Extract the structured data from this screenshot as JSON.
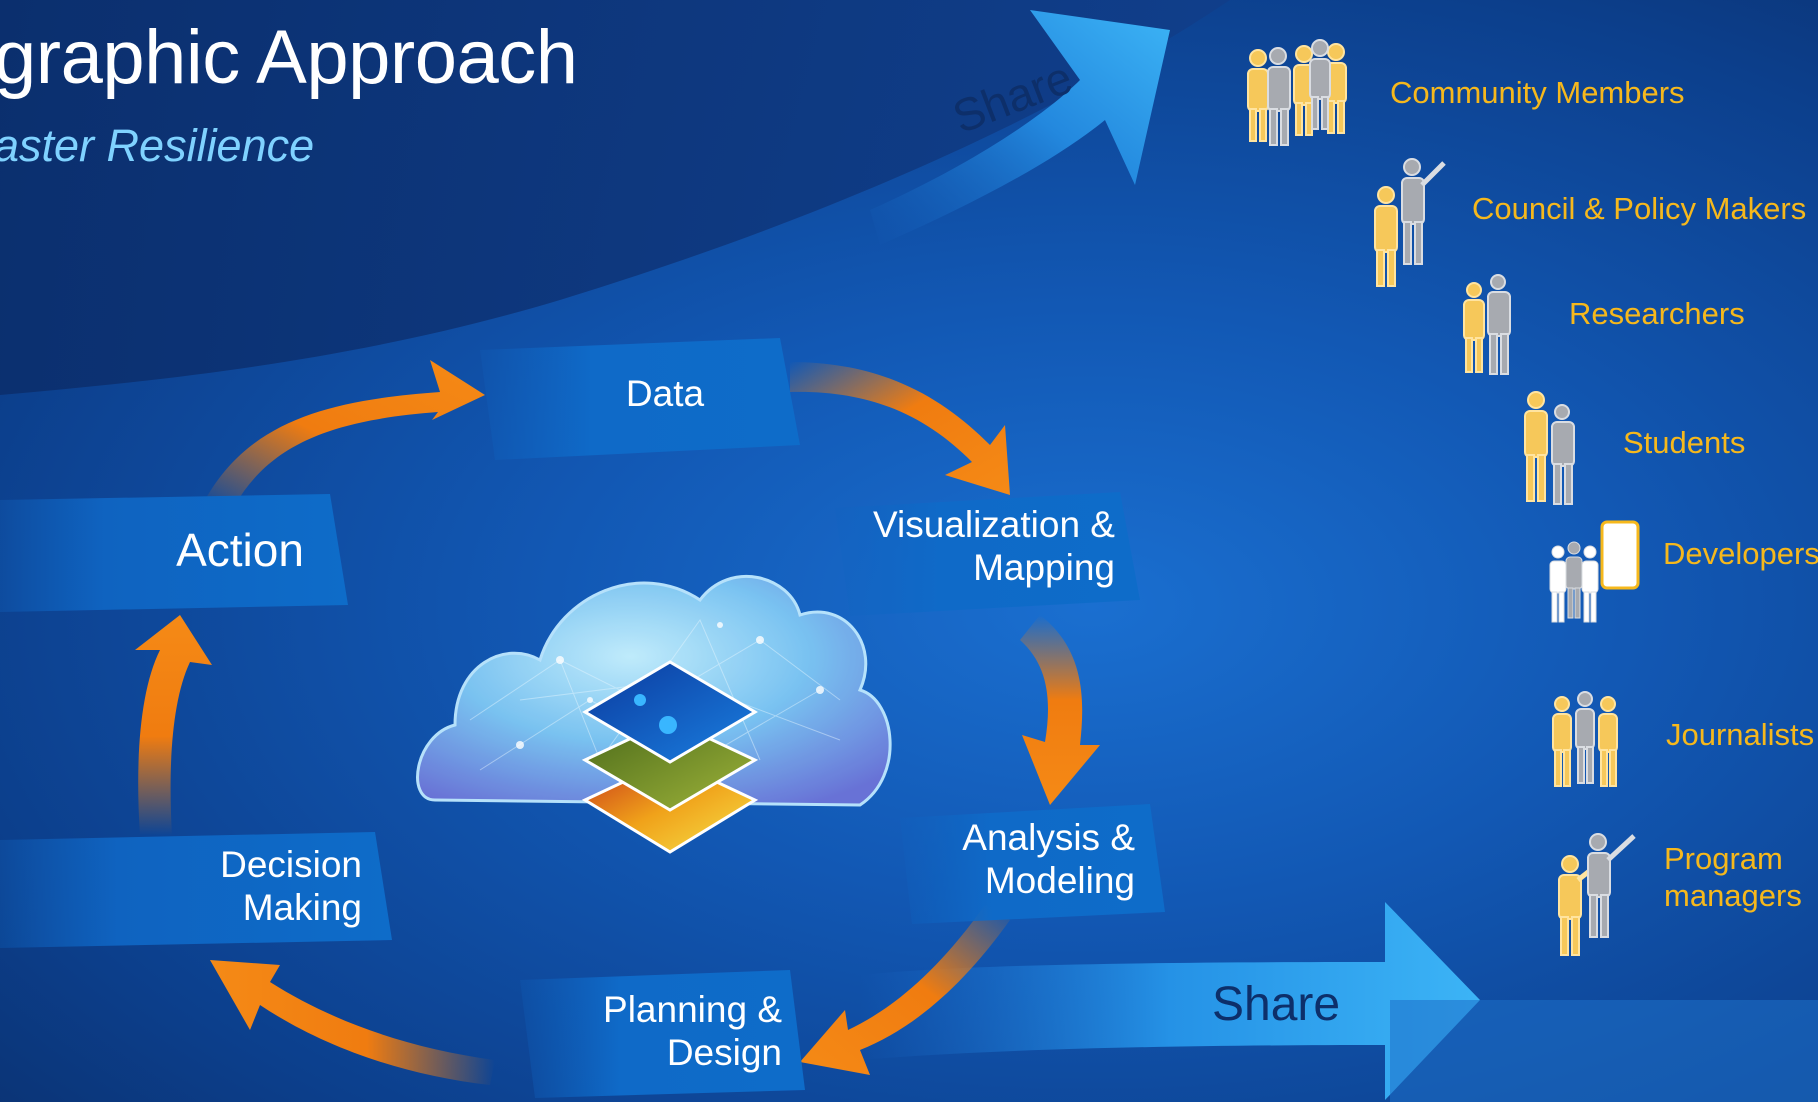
{
  "title": "graphic Approach",
  "subtitle": "aster Resilience",
  "cycle": {
    "data": "Data",
    "visualization_line1": "Visualization &",
    "visualization_line2": "Mapping",
    "analysis_line1": "Analysis &",
    "analysis_line2": "Modeling",
    "planning_line1": "Planning &",
    "planning_line2": "Design",
    "decision_line1": "Decision",
    "decision_line2": "Making",
    "action": "Action"
  },
  "share_top": "Share",
  "share_bottom": "Share",
  "audiences": [
    {
      "label": "Community Members",
      "icon": "group-of-people-icon"
    },
    {
      "label": "Council & Policy Makers",
      "icon": "presenter-icon"
    },
    {
      "label": "Researchers",
      "icon": "two-people-icon"
    },
    {
      "label": "Students",
      "icon": "two-people-icon"
    },
    {
      "label": "Developers",
      "icon": "people-with-device-icon"
    },
    {
      "label": "Journalists",
      "icon": "three-people-icon"
    },
    {
      "label": "Program",
      "label2": "managers",
      "icon": "presenter-icon"
    }
  ],
  "colors": {
    "arrow_orange": "#f07c10",
    "audience_text": "#f6b81c",
    "share_arrow": "#2aa6ee",
    "title_accent": "#7fd2ff"
  }
}
